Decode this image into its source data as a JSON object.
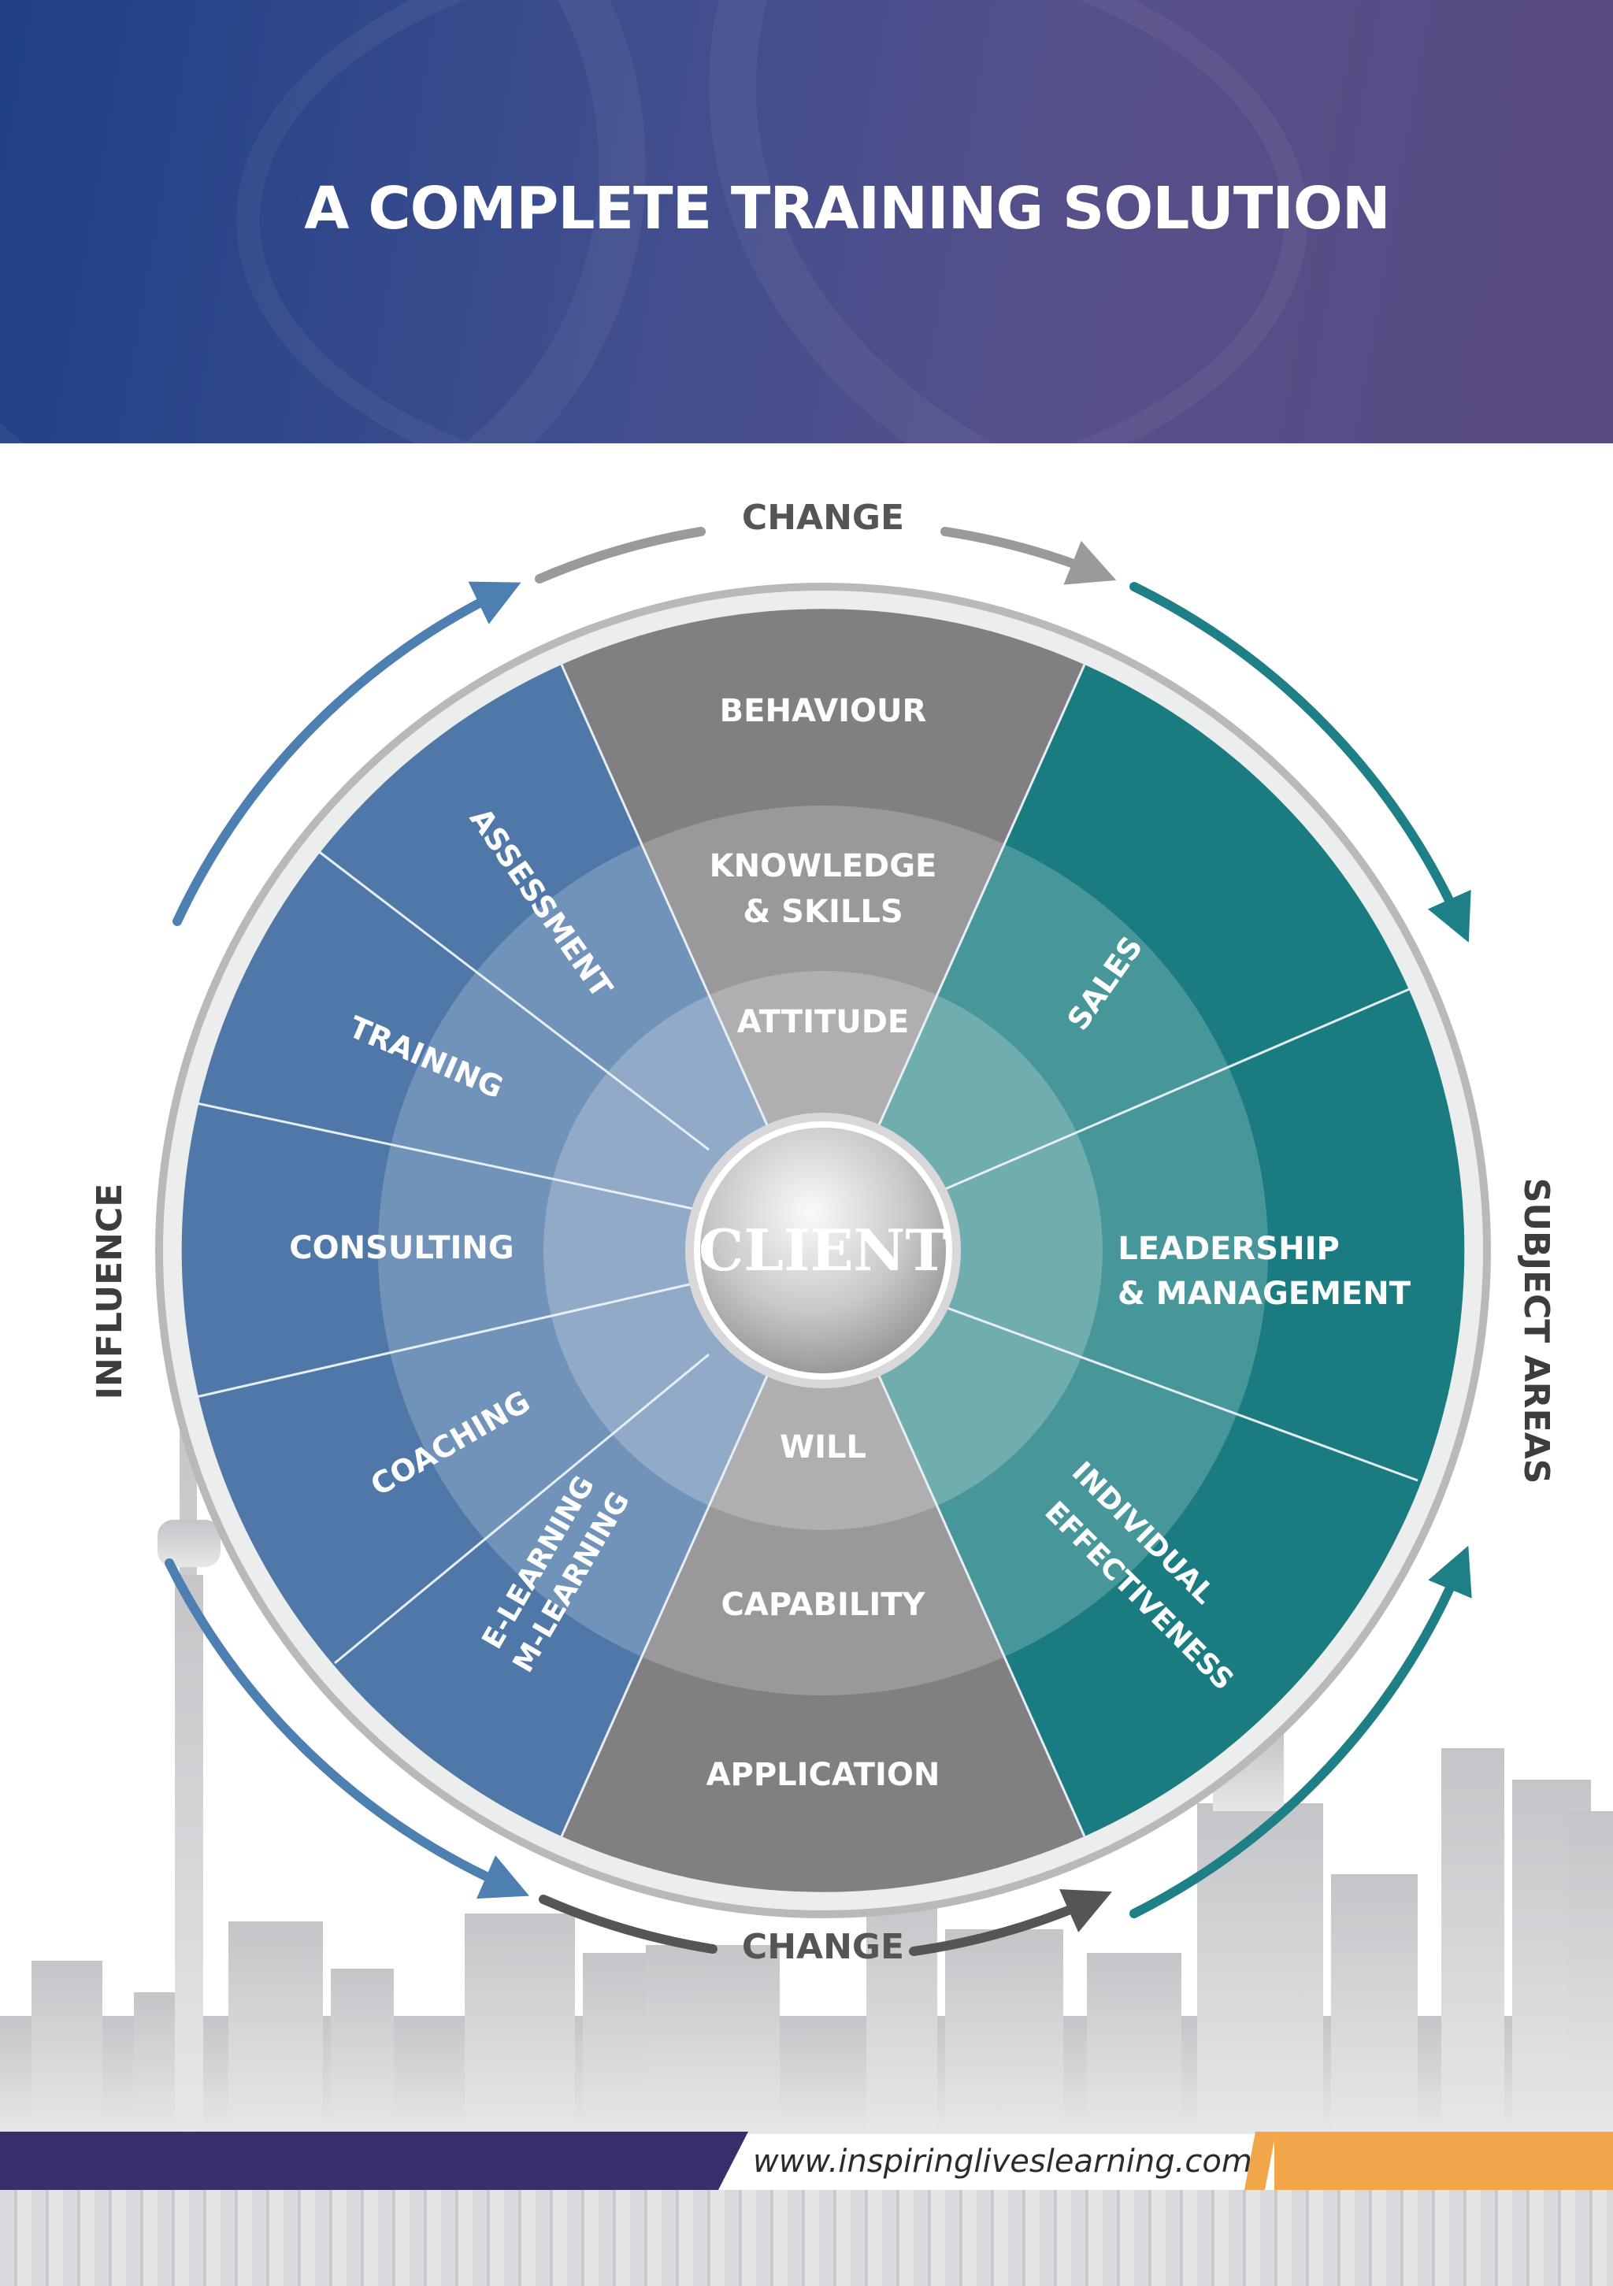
{
  "header": {
    "title": "A COMPLETE TRAINING SOLUTION"
  },
  "wheel": {
    "center_label": "CLIENT",
    "outer_labels": {
      "top": "CHANGE",
      "bottom": "CHANGE",
      "left": "INFLUENCE",
      "right": "SUBJECT AREAS"
    },
    "top_segment": [
      "BEHAVIOUR",
      "KNOWLEDGE",
      "& SKILLS",
      "ATTITUDE"
    ],
    "bottom_segment": [
      "WILL",
      "CAPABILITY",
      "APPLICATION"
    ],
    "influence_items": [
      "ASSESSMENT",
      "TRAINING",
      "CONSULTING",
      "COACHING",
      "E-LEARNING",
      "M-LEARNING"
    ],
    "subject_items": [
      "SALES",
      "LEADERSHIP",
      "& MANAGEMENT",
      "INDIVIDUAL",
      "EFFECTIVENESS"
    ]
  },
  "footer": {
    "website": "www.inspiringliveslearning.com"
  },
  "colors": {
    "influence_blue": "#4f78a8",
    "subject_teal": "#1a7c80",
    "segment_gray": "#8a8a8c",
    "banner_navy": "#2a4488",
    "footer_purple": "#3a2d6b",
    "footer_orange": "#f2a64a"
  }
}
